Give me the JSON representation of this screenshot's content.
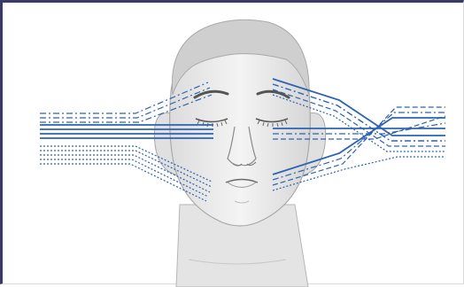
{
  "figure": {
    "subject": "face-illustration",
    "line_color": "#2e63b0",
    "skin_color": "#e9e9e9",
    "hair_color": "#cfcfcf",
    "outline_color": "#a9a9a9",
    "eye_state": "closed",
    "line_styles": [
      "solid",
      "dashed",
      "dotted",
      "dash-dot"
    ]
  }
}
